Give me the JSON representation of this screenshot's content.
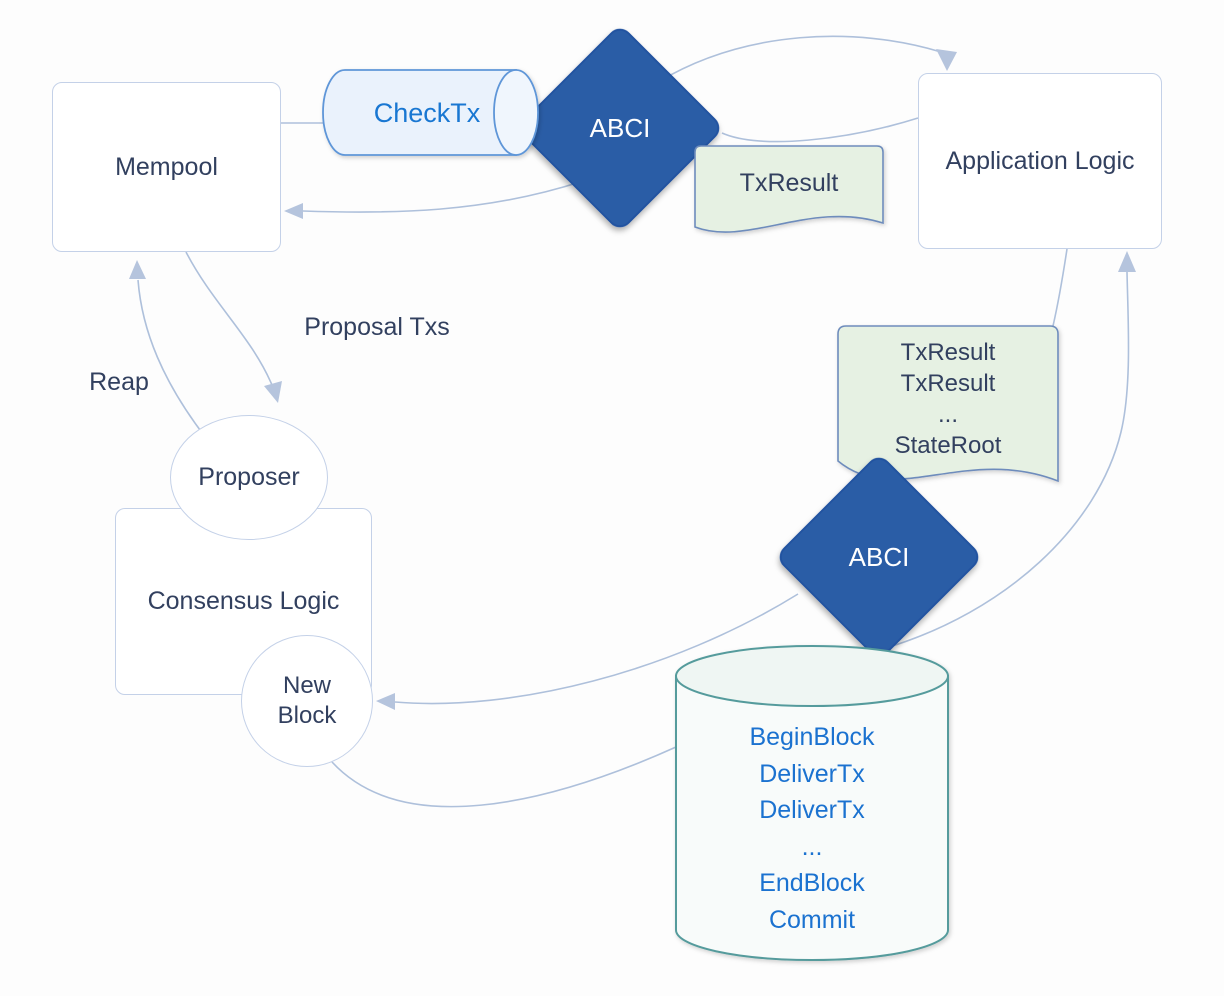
{
  "diagram": {
    "title_hint": "Tendermint ABCI consensus / application flow diagram",
    "palette": {
      "abci_diamond_fill": "#2a5da6",
      "abci_diamond_border": "#2153a0",
      "doc_fill": "#e6f1e3",
      "doc_border": "#6e8cbc",
      "checktx_cyl_fill": "#eaf2fc",
      "checktx_cyl_border": "#5e96d8",
      "block_cyl_fill": "#f8fbfa",
      "block_cyl_border": "#559b9c",
      "box_border": "#c4d1e8",
      "connector": "#aec0db",
      "navy_text": "#32405f",
      "blue_text": "#1977d2"
    }
  },
  "nodes": {
    "mempool": {
      "label": "Mempool"
    },
    "checktx": {
      "label": "CheckTx"
    },
    "abci1": {
      "label": "ABCI"
    },
    "txresult1": {
      "label": "TxResult"
    },
    "app_logic": {
      "label": "Application Logic"
    },
    "proposer": {
      "label": "Proposer"
    },
    "consensus_logic": {
      "label": "Consensus Logic"
    },
    "new_block": {
      "label": "New\nBlock"
    },
    "txresult_doc": {
      "lines": [
        "TxResult",
        "TxResult",
        "...",
        "StateRoot"
      ]
    },
    "abci2": {
      "label": "ABCI"
    },
    "block_cylinder": {
      "lines": [
        "BeginBlock",
        "DeliverTx",
        "DeliverTx",
        "...",
        "EndBlock",
        "Commit"
      ]
    }
  },
  "edge_labels": {
    "reap": "Reap",
    "proposal_txs": "Proposal Txs"
  }
}
